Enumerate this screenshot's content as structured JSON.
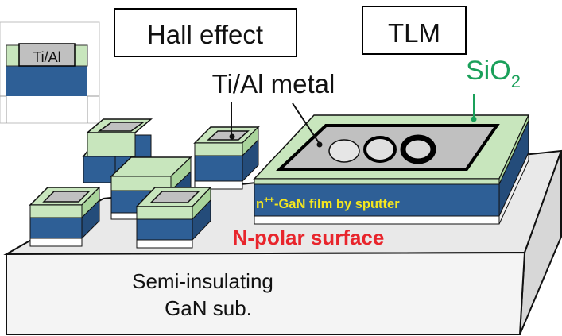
{
  "labels": {
    "hall_effect": "Hall effect",
    "tlm": "TLM",
    "ti_al_inset": "Ti/Al",
    "ti_al_metal": "Ti/Al metal",
    "sio2_main": "SiO",
    "sio2_sub": "2",
    "film_prefix": "n",
    "film_sup": "++",
    "film_text": "-GaN film by sputter",
    "n_polar": "N-polar surface",
    "substrate_line1": "Semi-insulating",
    "substrate_line2": "GaN sub."
  },
  "colors": {
    "sio2_green": "#1aa05a",
    "n_polar_red": "#e8252c",
    "film_yellow": "#f5e61e",
    "gan_blue": "#2e5f96",
    "sio2_layer": "#c8e6bd",
    "metal_gray": "#c0c0c0",
    "substrate_top": "#e9e9e9",
    "substrate_front": "#f4f4f4",
    "substrate_side": "#d7d7d7"
  }
}
